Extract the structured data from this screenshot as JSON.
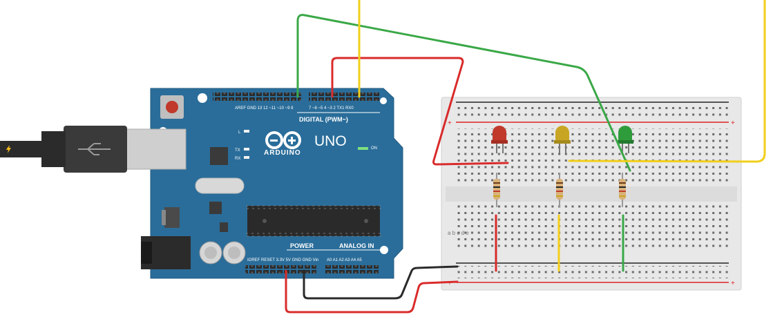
{
  "board": {
    "model_label": "UNO",
    "brand_label": "ARDUINO",
    "digital_label": "DIGITAL (PWM~)",
    "power_label": "POWER",
    "analog_label": "ANALOG IN",
    "on_label": "ON"
  },
  "components": {
    "leds": [
      "red",
      "yellow",
      "green"
    ],
    "resistors": 3
  },
  "colors": {
    "board_blue": "#2a6d9a",
    "wire_green": "#3aa847",
    "wire_red": "#d92b2b",
    "wire_yellow": "#f2cf1a",
    "wire_black": "#2a2a2a",
    "breadboard": "#e9e9e9"
  }
}
